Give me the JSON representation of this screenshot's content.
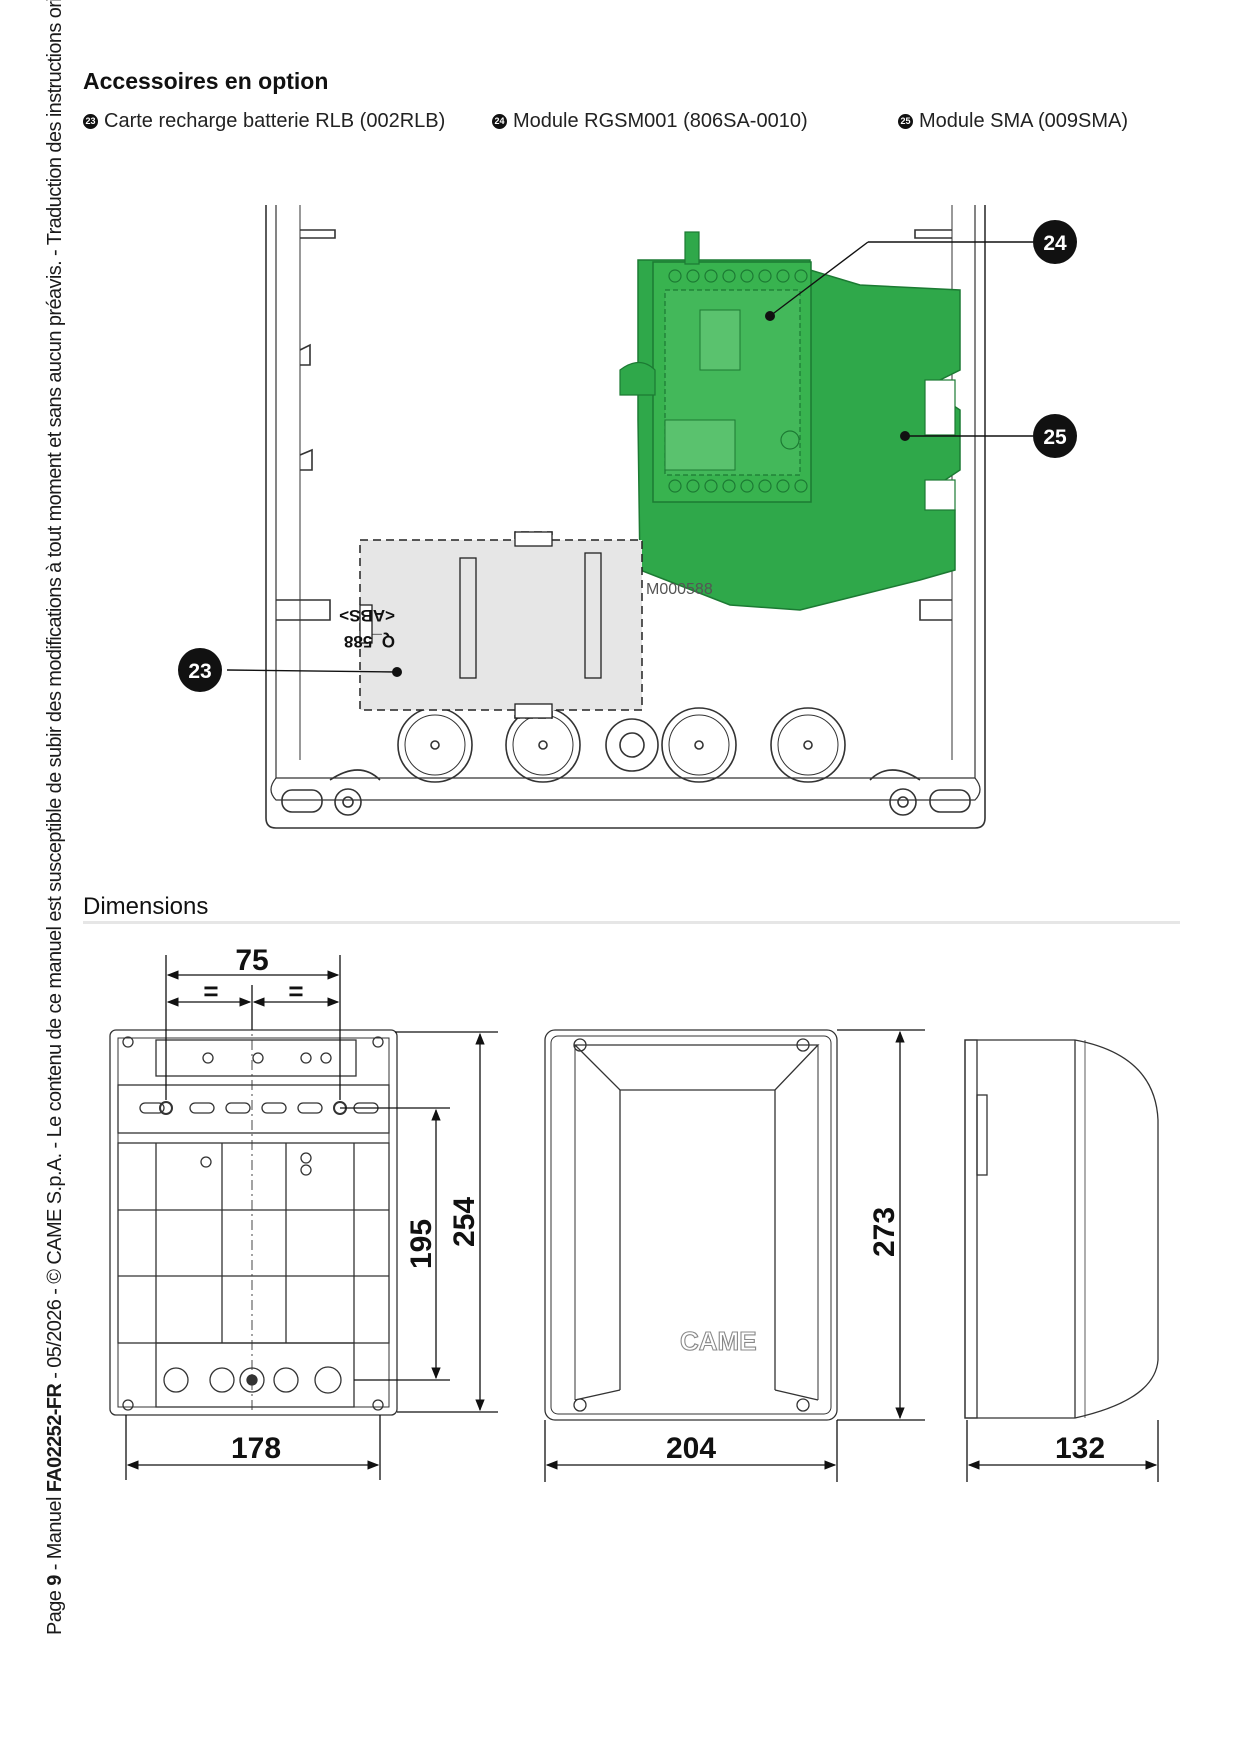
{
  "sidebar": {
    "page": "Page ",
    "page_num": "9",
    "manual_label": " - Manuel ",
    "doc_code": "FA02252-FR",
    "rest": " - 05/2026 - © CAME S.p.A. - Le contenu de ce manuel est susceptible de subir des modifications à tout moment et sans aucun préavis. - Traduction des instructions originales"
  },
  "accessories": {
    "title": "Accessoires en option",
    "items": [
      {
        "num": "23",
        "label": "Carte recharge batterie RLB (002RLB)"
      },
      {
        "num": "24",
        "label": "Module RGSM001 (806SA-0010)"
      },
      {
        "num": "25",
        "label": "Module SMA (009SMA)"
      }
    ]
  },
  "figure1": {
    "callouts": [
      "23",
      "24",
      "25"
    ],
    "card_text_1": "<ABS>",
    "card_text_2": "Q_588",
    "code": "M000588"
  },
  "dimensions": {
    "title": "Dimensions",
    "front": {
      "top": "75",
      "eq": "=",
      "h_inner": "195",
      "h_outer": "254",
      "bottom": "178"
    },
    "cover": {
      "width": "204",
      "height": "273",
      "logo": "CAME"
    },
    "side": {
      "depth": "132"
    }
  },
  "colors": {
    "green": "#2fa84a",
    "green_dark": "#1c7a33",
    "card_gray": "#e6e6e6"
  }
}
